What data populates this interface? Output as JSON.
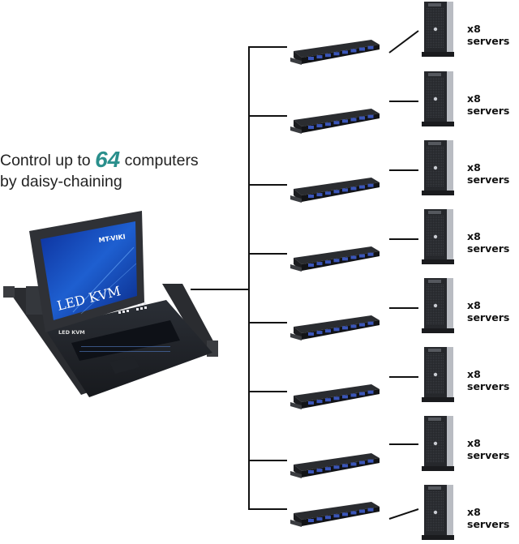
{
  "headline": {
    "prefix": "Control up to ",
    "number": "64",
    "suffix": " computers",
    "line2": "by daisy-chaining",
    "accent_color": "#2a8f8c"
  },
  "console": {
    "brand": "MT-VIKI",
    "screen_text": "LED KVM",
    "tray_text": "LED KVM",
    "icon": "rack-lcd-kvm-console-icon"
  },
  "switches": [
    {
      "icon": "kvm-switch-icon"
    },
    {
      "icon": "kvm-switch-icon"
    },
    {
      "icon": "kvm-switch-icon"
    },
    {
      "icon": "kvm-switch-icon"
    },
    {
      "icon": "kvm-switch-icon"
    },
    {
      "icon": "kvm-switch-icon"
    },
    {
      "icon": "kvm-switch-icon"
    },
    {
      "icon": "kvm-switch-icon"
    }
  ],
  "server_groups": [
    {
      "label": "x8 servers",
      "icon": "tower-server-icon"
    },
    {
      "label": "x8 servers",
      "icon": "tower-server-icon"
    },
    {
      "label": "x8 servers",
      "icon": "tower-server-icon"
    },
    {
      "label": "x8 servers",
      "icon": "tower-server-icon"
    },
    {
      "label": "x8 servers",
      "icon": "tower-server-icon"
    },
    {
      "label": "x8 servers",
      "icon": "tower-server-icon"
    },
    {
      "label": "x8 servers",
      "icon": "tower-server-icon"
    },
    {
      "label": "x8 servers",
      "icon": "tower-server-icon"
    }
  ]
}
